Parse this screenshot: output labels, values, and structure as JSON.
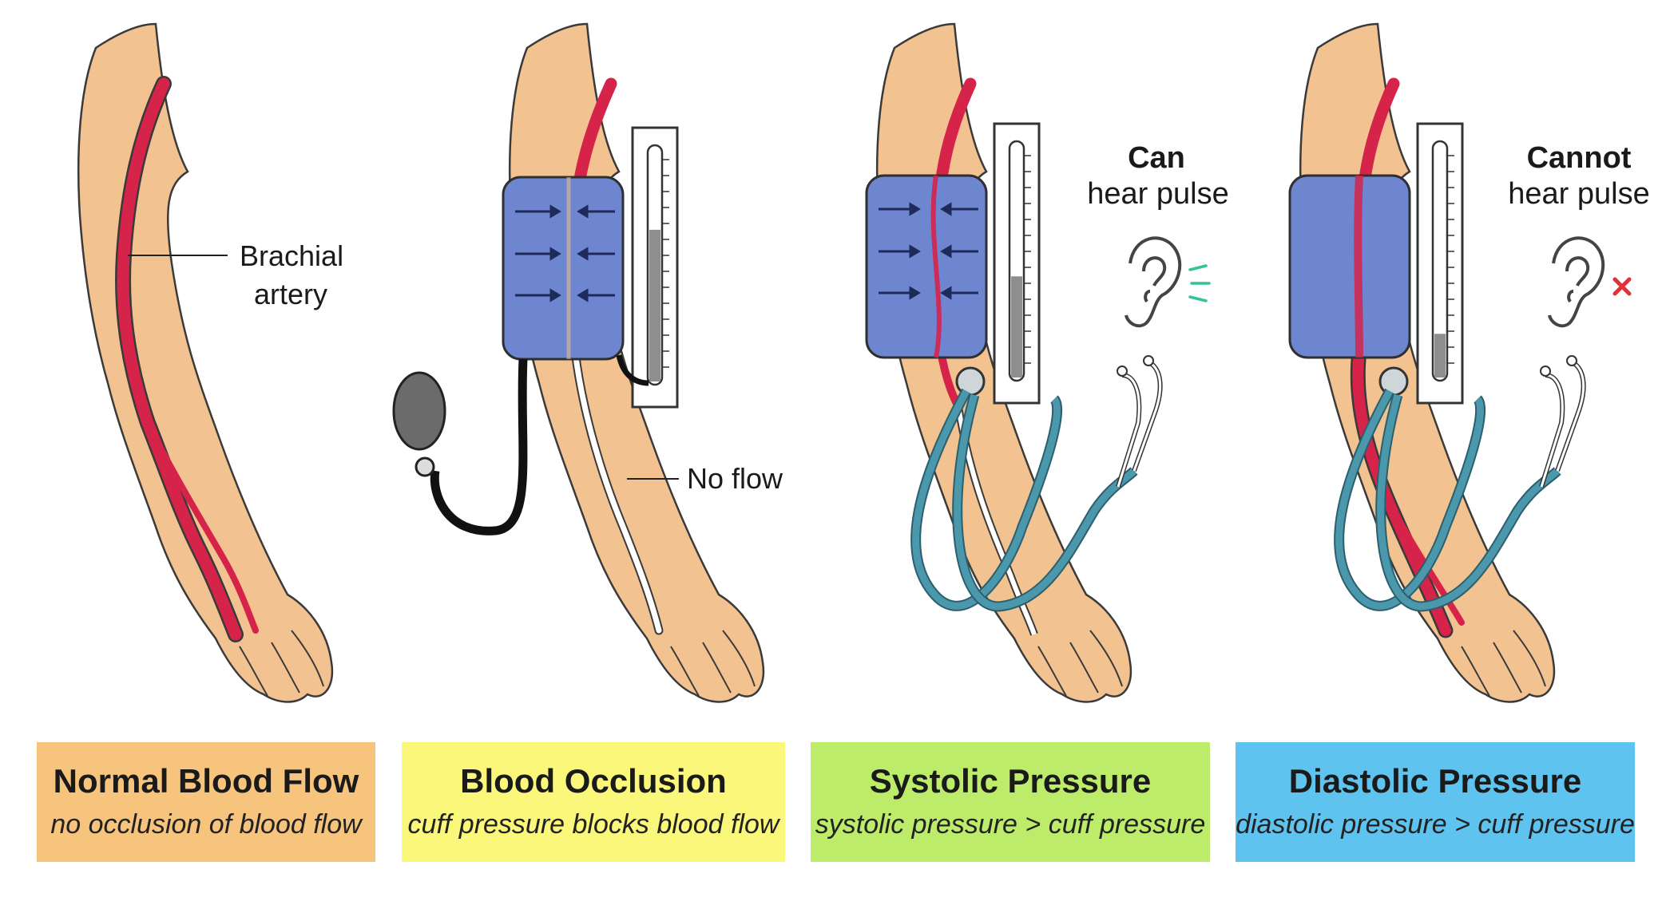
{
  "labels": {
    "brachial_line1": "Brachial",
    "brachial_line2": "artery",
    "no_flow": "No flow",
    "can": "Can",
    "cannot": "Cannot",
    "hear_pulse": "hear pulse"
  },
  "panels": [
    {
      "title": "Normal Blood Flow",
      "subtitle": "no occlusion of blood flow",
      "color": "#f7c47e"
    },
    {
      "title": "Blood Occlusion",
      "subtitle": "cuff pressure blocks blood flow",
      "color": "#fbf77a"
    },
    {
      "title": "Systolic Pressure",
      "subtitle": "systolic pressure > cuff pressure",
      "color": "#bdec6a"
    },
    {
      "title": "Diastolic Pressure",
      "subtitle": "diastolic pressure > cuff pressure",
      "color": "#5fc3ef"
    }
  ],
  "gauge_levels": [
    0.66,
    0.44,
    0.19
  ],
  "colors": {
    "skin": "#f2c391",
    "artery": "#d6234a",
    "cuff": "#6e86cf",
    "tube": "#4b98ad",
    "pulse_lines": "#34c49b",
    "no_pulse_x": "#e0303a"
  },
  "icons": [
    "ear-icon",
    "sound-waves-icon",
    "x-mark-icon",
    "stethoscope-icon",
    "manometer-icon",
    "bulb-pump-icon"
  ]
}
